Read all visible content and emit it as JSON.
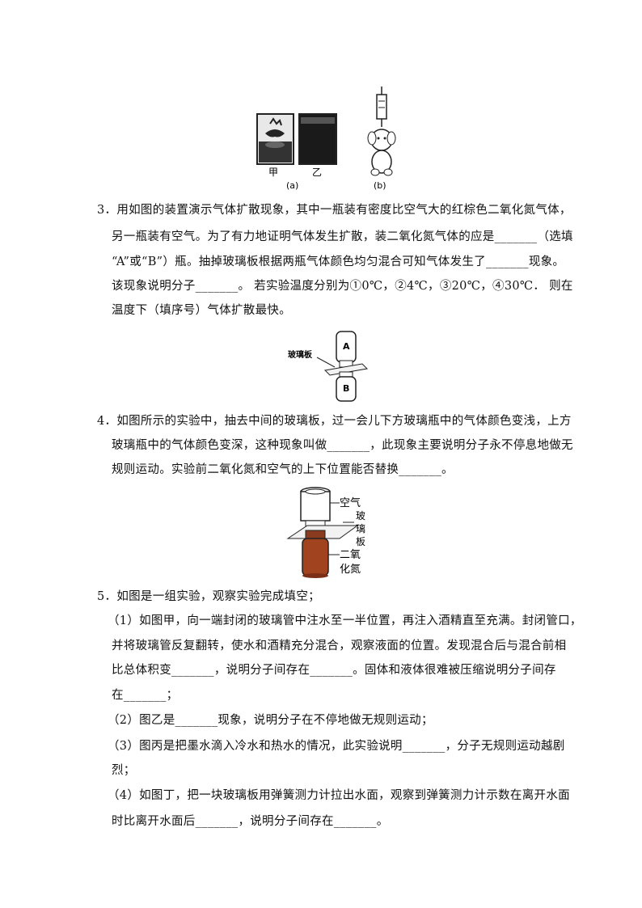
{
  "figure1": {
    "label_jia": "甲",
    "label_yi": "乙",
    "caption_a": "(a)",
    "caption_b": "(b)"
  },
  "q3": {
    "line1": "3．用如图的装置演示气体扩散现象，其中一瓶装有密度比空气大的红棕色二氧化氮气体，",
    "line2": "另一瓶装有空气。为了有力地证明气体发生扩散，装二氧化氮气体的应是_______（选填",
    "line3": "“A”或“B”）瓶。抽掉玻璃板根据两瓶气体颜色均匀混合可知气体发生了_______现象。",
    "line4": "该现象说明分子_______。 若实验温度分别为①0℃，②4℃，③20℃，④30℃． 则在",
    "line5": "温度下（填序号）气体扩散最快。",
    "figure": {
      "plate_label": "玻璃板",
      "label_a": "A",
      "label_b": "B"
    }
  },
  "q4": {
    "line1": "4．如图所示的实验中，抽去中间的玻璃板，过一会儿下方玻璃瓶中的气体颜色变浅，上方",
    "line2": "玻璃瓶中的气体颜色变深，这种现象叫做_______，此现象主要说明分子永不停息地做无",
    "line3": "规则运动。实验前二氧化氮和空气的上下位置能否替换_______。",
    "figure": {
      "air": "空气",
      "plate": [
        "玻",
        "璃",
        "板"
      ],
      "no2_1": "二氧",
      "no2_2": "化氮"
    }
  },
  "q5": {
    "line1": "5．如图是一组实验，观察实验完成填空；",
    "p1_line1": "（1）如图甲，向一端封闭的玻璃管中注水至一半位置，再注入酒精直至充满。封闭管口，",
    "p1_line2": "并将玻璃管反复翻转，使水和酒精充分混合，观察液面的位置。发现混合后与混合前相",
    "p1_line3": "比总体积变_______，说明分子间存在_______。固体和液体很难被压缩说明分子间存",
    "p1_line4": "在_______；",
    "p2_line1": "（2）图乙是_______现象，说明分子在不停地做无规则运动；",
    "p3_line1": "（3）图丙是把墨水滴入冷水和热水的情况，此实验说明_______，分子无规则运动越剧",
    "p3_line2": "烈；",
    "p4_line1": "（4）如图丁，把一块玻璃板用弹簧测力计拉出水面，观察到弹簧测力计示数在离开水面",
    "p4_line2": "时比离开水面后_______，说明分子间存在_______。"
  }
}
